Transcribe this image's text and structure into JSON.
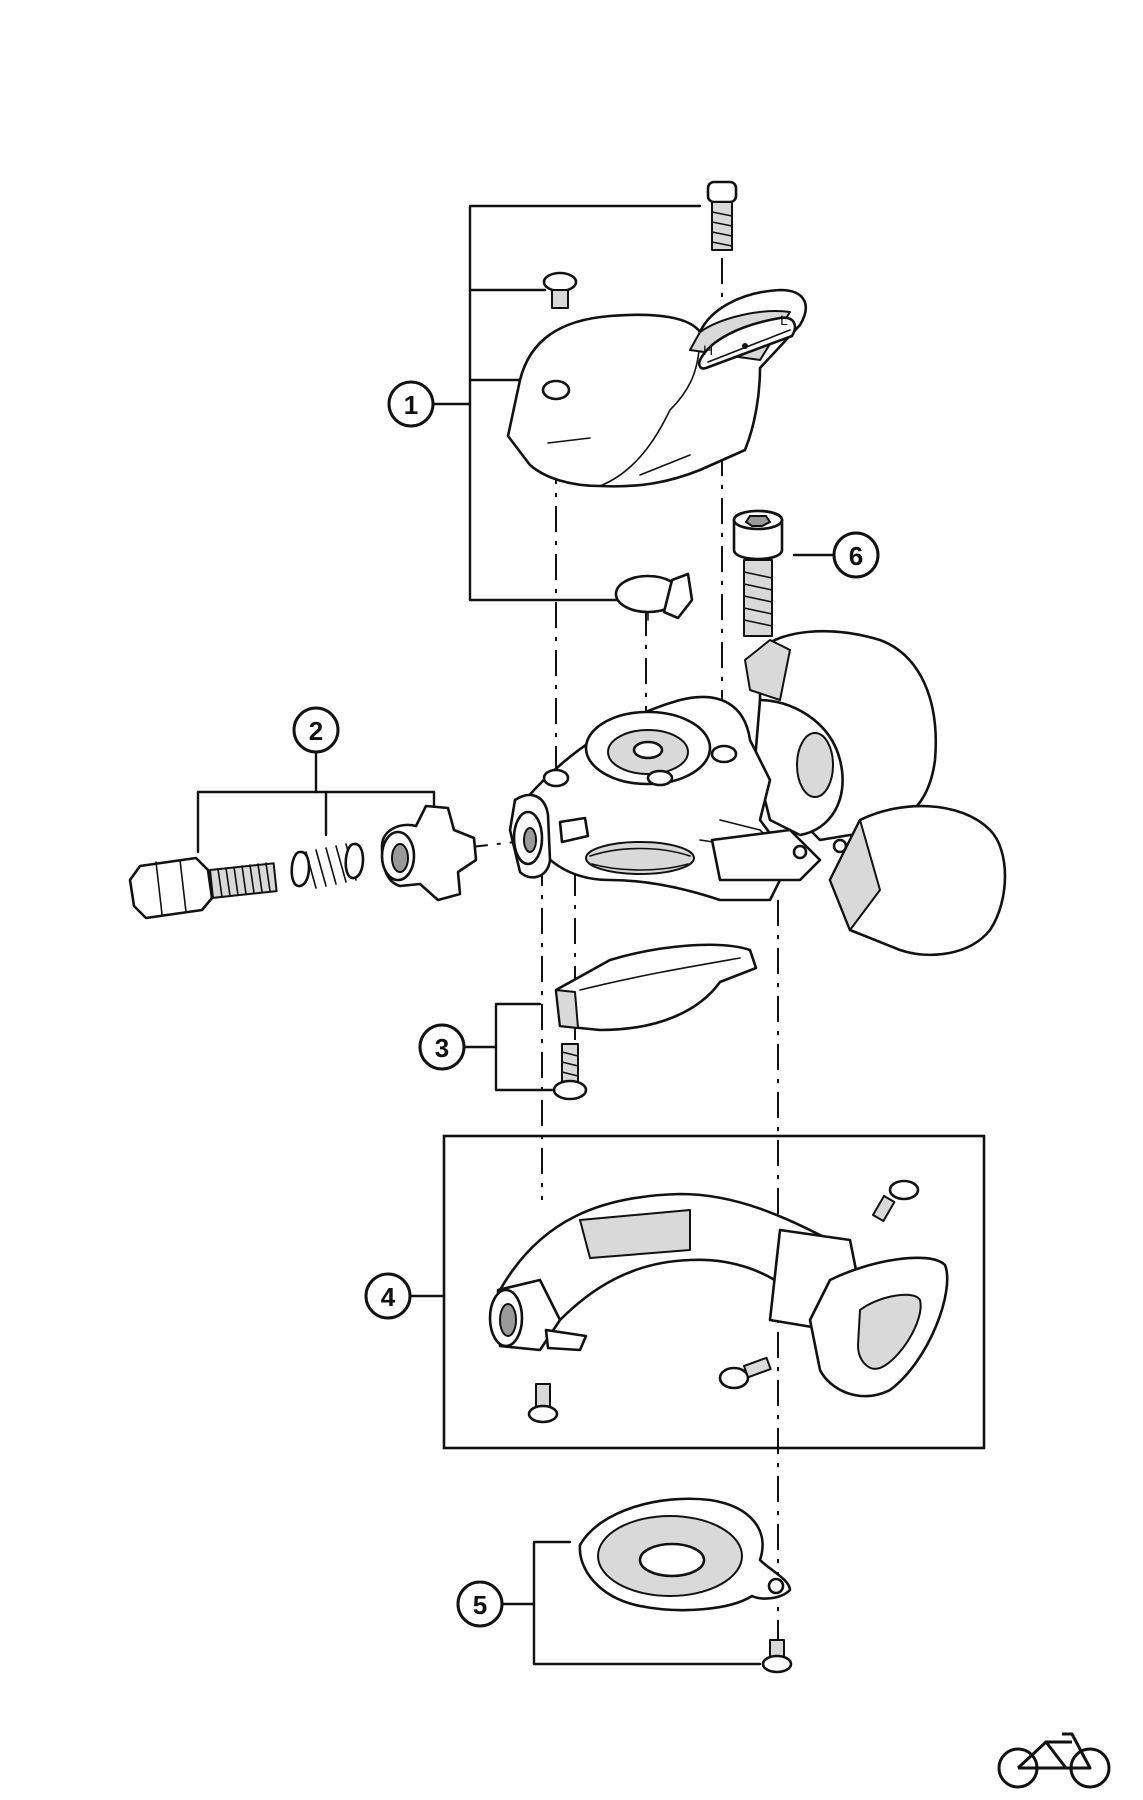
{
  "callouts": [
    {
      "id": "1",
      "label": "1"
    },
    {
      "id": "2",
      "label": "2"
    },
    {
      "id": "3",
      "label": "3"
    },
    {
      "id": "4",
      "label": "4"
    },
    {
      "id": "5",
      "label": "5"
    },
    {
      "id": "6",
      "label": "6"
    }
  ],
  "lever_scale": {
    "high": "H",
    "low": "L"
  },
  "logo_icon": "bicycle-icon"
}
